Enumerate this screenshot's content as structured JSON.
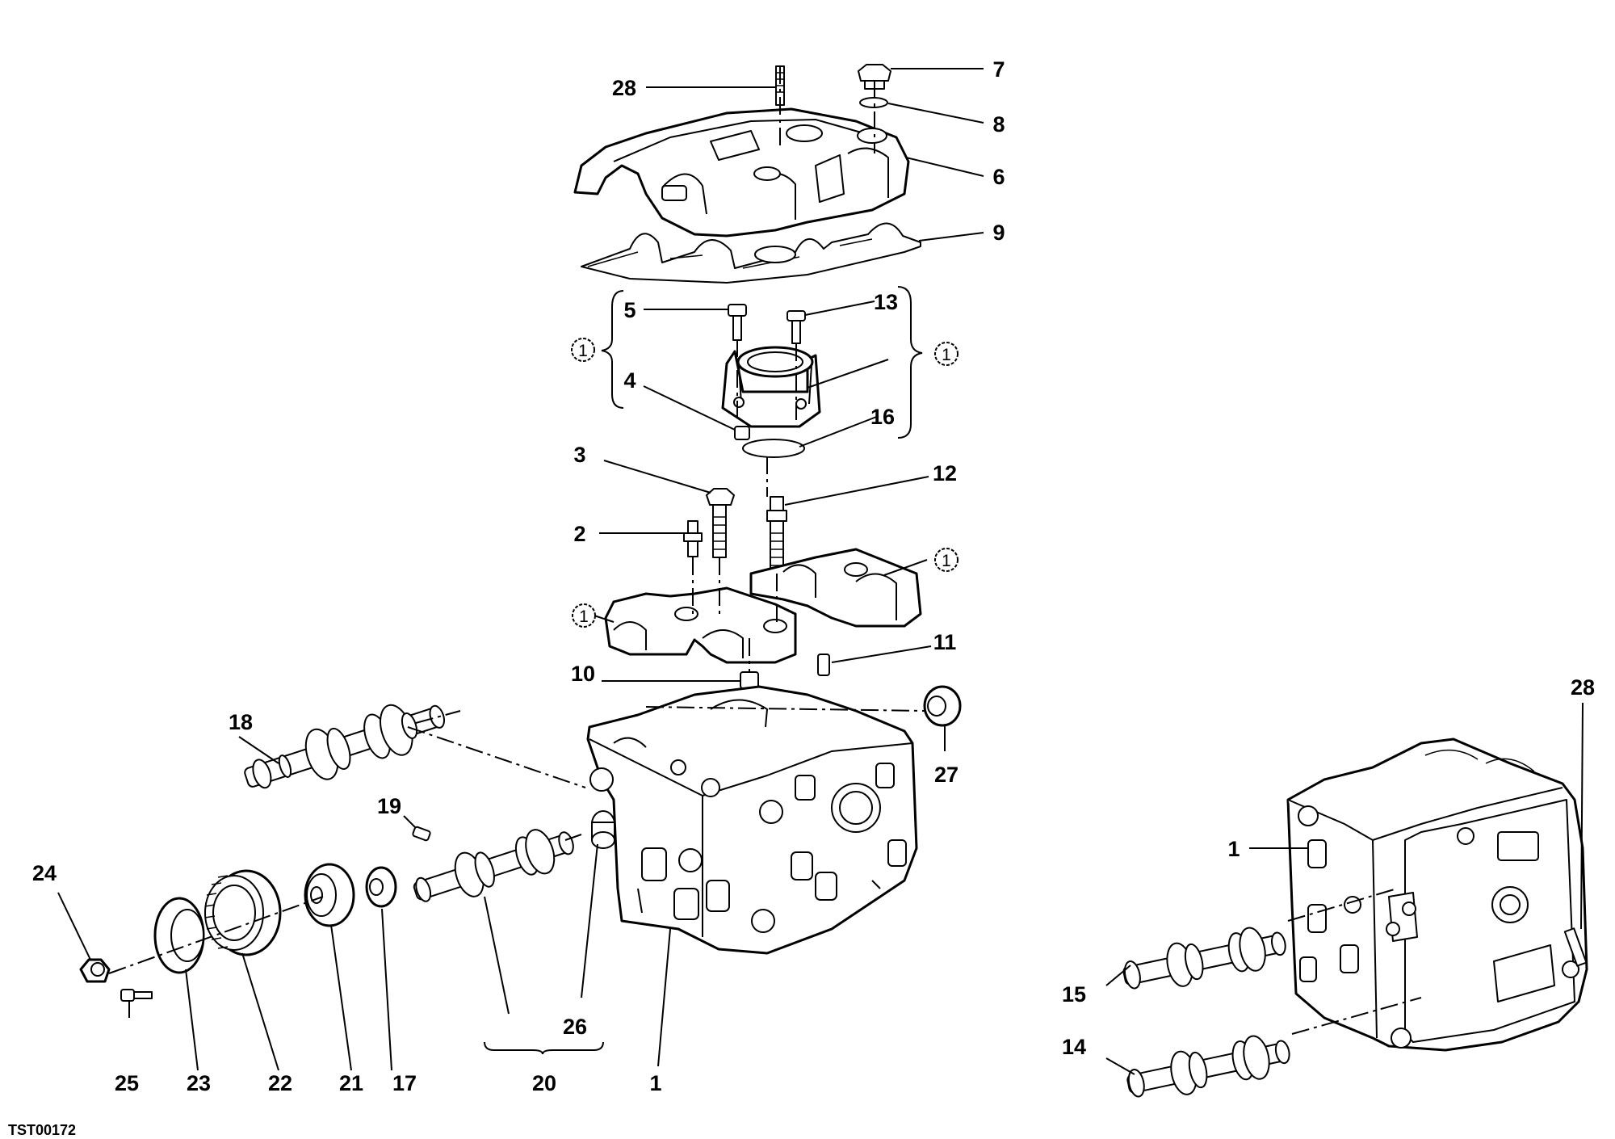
{
  "figure_id": "TST00172",
  "callouts": [
    {
      "id": "c28a",
      "text": "28"
    },
    {
      "id": "c7",
      "text": "7"
    },
    {
      "id": "c8",
      "text": "8"
    },
    {
      "id": "c6",
      "text": "6"
    },
    {
      "id": "c9",
      "text": "9"
    },
    {
      "id": "c5",
      "text": "5"
    },
    {
      "id": "c13",
      "text": "13"
    },
    {
      "id": "c4",
      "text": "4"
    },
    {
      "id": "c16",
      "text": "16"
    },
    {
      "id": "c3",
      "text": "3"
    },
    {
      "id": "c12",
      "text": "12"
    },
    {
      "id": "c2",
      "text": "2"
    },
    {
      "id": "c11",
      "text": "11"
    },
    {
      "id": "c10",
      "text": "10"
    },
    {
      "id": "c18",
      "text": "18"
    },
    {
      "id": "c27",
      "text": "27"
    },
    {
      "id": "c19",
      "text": "19"
    },
    {
      "id": "c24",
      "text": "24"
    },
    {
      "id": "c26",
      "text": "26"
    },
    {
      "id": "c25",
      "text": "25"
    },
    {
      "id": "c23",
      "text": "23"
    },
    {
      "id": "c22",
      "text": "22"
    },
    {
      "id": "c21",
      "text": "21"
    },
    {
      "id": "c17",
      "text": "17"
    },
    {
      "id": "c20",
      "text": "20"
    },
    {
      "id": "c1a",
      "text": "1"
    },
    {
      "id": "c28b",
      "text": "28"
    },
    {
      "id": "c1b",
      "text": "1"
    },
    {
      "id": "c15",
      "text": "15"
    },
    {
      "id": "c14",
      "text": "14"
    }
  ],
  "circled_notes": [
    {
      "id": "n1",
      "text": "1"
    },
    {
      "id": "n2",
      "text": "1"
    },
    {
      "id": "n3",
      "text": "1"
    },
    {
      "id": "n4",
      "text": "1"
    }
  ],
  "icons": [
    "camshaft",
    "cylinder-head",
    "valve-cover",
    "gasket",
    "timing-pulley",
    "bolt",
    "nut",
    "washer",
    "seal"
  ]
}
